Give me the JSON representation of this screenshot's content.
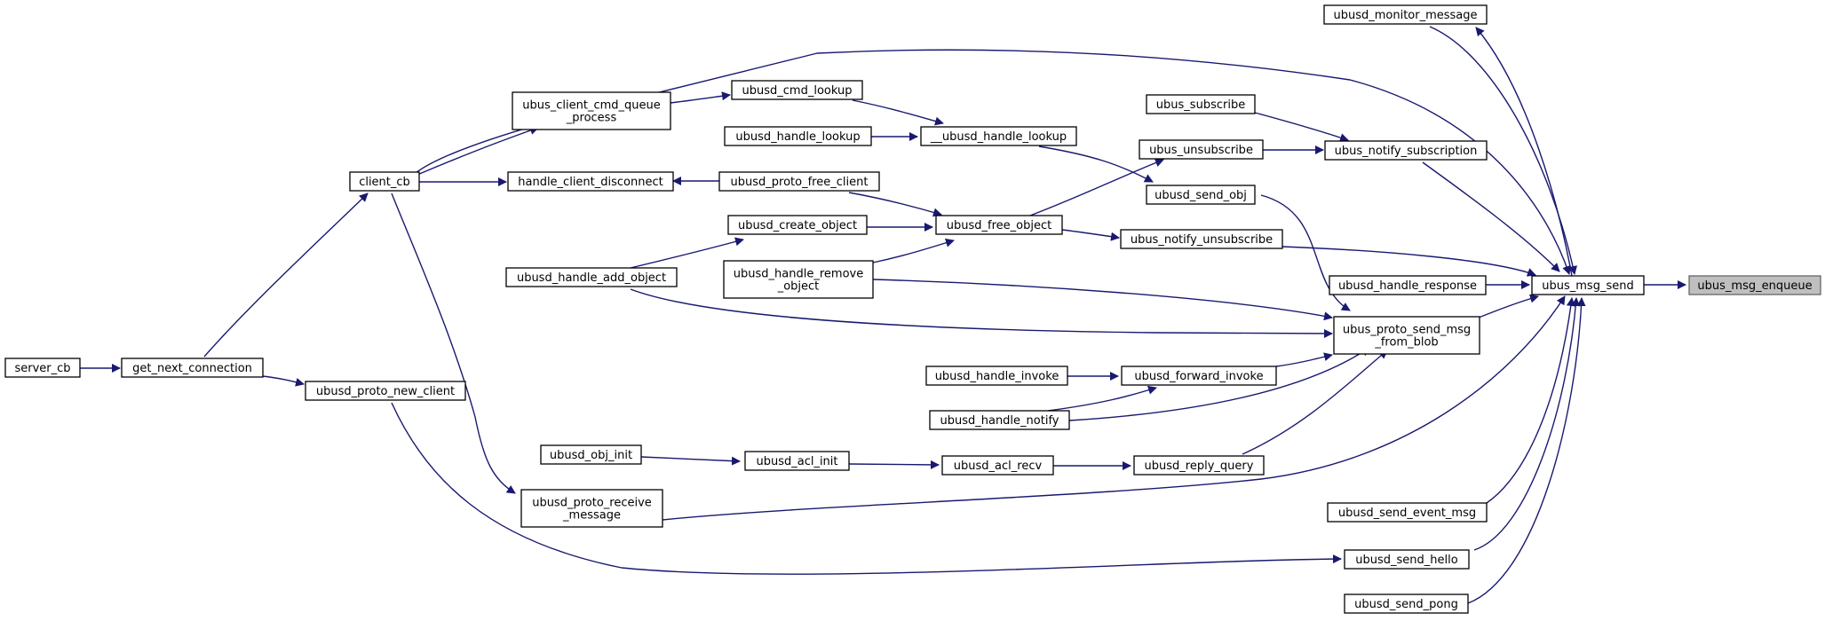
{
  "nodes": {
    "ubus_msg_enqueue": [
      "ubus_msg_enqueue"
    ],
    "ubus_msg_send": [
      "ubus_msg_send"
    ],
    "ubusd_monitor_message": [
      "ubusd_monitor_message"
    ],
    "ubus_notify_subscription": [
      "ubus_notify_subscription"
    ],
    "ubus_notify_unsubscribe": [
      "ubus_notify_unsubscribe"
    ],
    "ubusd_handle_response": [
      "ubusd_handle_response"
    ],
    "ubus_proto_send_msg_from_blob": [
      "ubus_proto_send_msg",
      "_from_blob"
    ],
    "ubusd_send_event_msg": [
      "ubusd_send_event_msg"
    ],
    "ubusd_send_hello": [
      "ubusd_send_hello"
    ],
    "ubusd_send_pong": [
      "ubusd_send_pong"
    ],
    "ubus_subscribe": [
      "ubus_subscribe"
    ],
    "ubus_unsubscribe": [
      "ubus_unsubscribe"
    ],
    "ubusd_send_obj": [
      "ubusd_send_obj"
    ],
    "ubusd_free_object": [
      "ubusd_free_object"
    ],
    "ubusd_forward_invoke": [
      "ubusd_forward_invoke"
    ],
    "ubusd_reply_query": [
      "ubusd_reply_query"
    ],
    "__ubusd_handle_lookup": [
      "__ubusd_handle_lookup"
    ],
    "ubusd_cmd_lookup": [
      "ubusd_cmd_lookup"
    ],
    "ubusd_handle_lookup": [
      "ubusd_handle_lookup"
    ],
    "ubusd_proto_free_client": [
      "ubusd_proto_free_client"
    ],
    "ubusd_create_object": [
      "ubusd_create_object"
    ],
    "ubusd_handle_remove_object": [
      "ubusd_handle_remove",
      "_object"
    ],
    "ubusd_handle_add_object": [
      "ubusd_handle_add_object"
    ],
    "ubusd_handle_invoke": [
      "ubusd_handle_invoke"
    ],
    "ubusd_handle_notify": [
      "ubusd_handle_notify"
    ],
    "ubusd_acl_recv": [
      "ubusd_acl_recv"
    ],
    "ubusd_acl_init": [
      "ubusd_acl_init"
    ],
    "ubusd_obj_init": [
      "ubusd_obj_init"
    ],
    "ubus_client_cmd_queue_process": [
      "ubus_client_cmd_queue",
      "_process"
    ],
    "handle_client_disconnect": [
      "handle_client_disconnect"
    ],
    "client_cb": [
      "client_cb"
    ],
    "ubusd_proto_receive_message": [
      "ubusd_proto_receive",
      "_message"
    ],
    "ubusd_proto_new_client": [
      "ubusd_proto_new_client"
    ],
    "get_next_connection": [
      "get_next_connection"
    ],
    "server_cb": [
      "server_cb"
    ]
  },
  "highlight_node": "ubus_msg_enqueue",
  "edge_color": "#191970"
}
